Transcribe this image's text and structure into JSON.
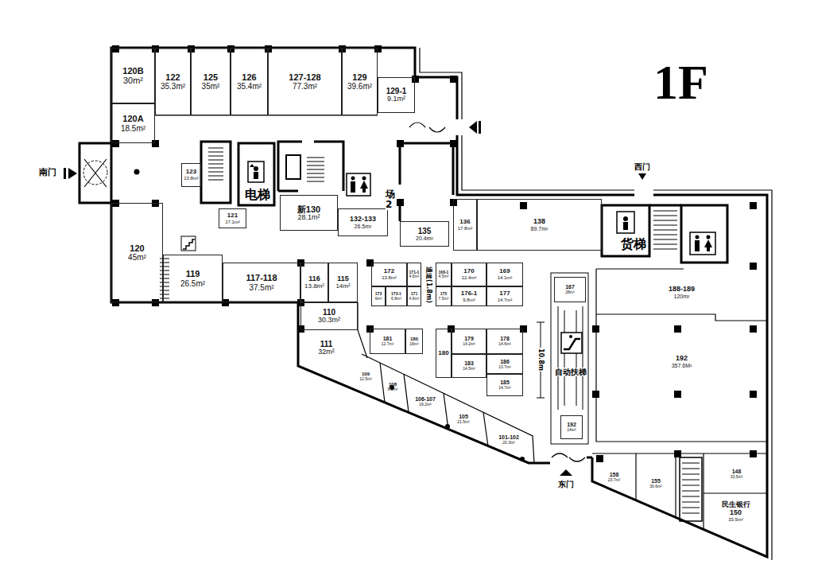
{
  "diagram": {
    "title": "1F",
    "nodes": [
      {
        "text": [
          "120B",
          "30m²"
        ]
      },
      {
        "text": [
          "122",
          "35.3m²"
        ]
      },
      {
        "text": [
          "125",
          "35m²"
        ]
      },
      {
        "text": [
          "126",
          "35.4m²"
        ]
      },
      {
        "text": [
          "127-128",
          "77.3m²"
        ]
      },
      {
        "text": [
          "129",
          "39.6m²"
        ]
      },
      {
        "text": [
          "129-1",
          "9.1m²"
        ]
      },
      {
        "text": [
          "120A",
          "18.5m²"
        ]
      },
      {
        "text": [
          "123",
          "13.8m²"
        ]
      },
      {
        "text": [
          "121",
          "17.1m²"
        ]
      },
      {
        "text": [
          "新130",
          "28.1m²"
        ]
      },
      {
        "text": [
          "132-133",
          "26.5m²"
        ]
      },
      {
        "text": [
          "135",
          "20.4m²"
        ]
      },
      {
        "text": [
          "136",
          "17.8m²"
        ]
      },
      {
        "text": [
          "138",
          "89.7m²"
        ]
      },
      {
        "text": [
          "120",
          "45m²"
        ]
      },
      {
        "text": [
          "119",
          "26.5m²"
        ]
      },
      {
        "text": [
          "117-118",
          "37.5m²"
        ]
      },
      {
        "text": [
          "116",
          "13.8m²"
        ]
      },
      {
        "text": [
          "115",
          "14m²"
        ]
      },
      {
        "text": [
          "110",
          "30.3m²"
        ]
      },
      {
        "text": [
          "111",
          "32m²"
        ]
      },
      {
        "text": [
          "172",
          "13.8m²"
        ]
      },
      {
        "text": [
          "171-1",
          "4.6m²"
        ]
      },
      {
        "text": [
          "173",
          "6m²"
        ]
      },
      {
        "text": [
          "173-1",
          "6.8m²"
        ]
      },
      {
        "text": [
          "171",
          "4.6m²"
        ]
      },
      {
        "text": [
          "168-1",
          "4.5m²"
        ]
      },
      {
        "text": [
          "170",
          "12.4m²"
        ]
      },
      {
        "text": [
          "169",
          "14.1m²"
        ]
      },
      {
        "text": [
          "175",
          "7.5m²"
        ]
      },
      {
        "text": [
          "176-1",
          "9.8m²"
        ]
      },
      {
        "text": [
          "177",
          "14.7m²"
        ]
      },
      {
        "text": [
          "181",
          "12.7m²"
        ]
      },
      {
        "text": [
          "180",
          "16m²"
        ]
      },
      {
        "text": [
          "180"
        ]
      },
      {
        "text": [
          "179",
          "14.2m²"
        ]
      },
      {
        "text": [
          "178",
          "14.6m²"
        ]
      },
      {
        "text": [
          "183",
          "14.5m²"
        ]
      },
      {
        "text": [
          "186",
          "13.7m²"
        ]
      },
      {
        "text": [
          "185",
          "14.7m²"
        ]
      },
      {
        "text": [
          "109",
          "12.5m²"
        ]
      },
      {
        "text": [
          "108",
          "9.8m²"
        ]
      },
      {
        "text": [
          "106-107",
          "19.2m²"
        ]
      },
      {
        "text": [
          "105",
          "21.5m²"
        ]
      },
      {
        "text": [
          "101-102",
          "20.3m²"
        ]
      },
      {
        "text": [
          "167",
          "28m²"
        ]
      },
      {
        "text": [
          "192",
          "14m²"
        ]
      },
      {
        "text": [
          "188-189",
          "120m²"
        ]
      },
      {
        "text": [
          "192",
          "357.6M²"
        ]
      },
      {
        "text": [
          "158",
          "23.7m²"
        ]
      },
      {
        "text": [
          "155",
          "30.6m²"
        ]
      },
      {
        "text": [
          "148",
          "33.5m²"
        ]
      },
      {
        "text": [
          "民生银行",
          "150",
          "33.5m²"
        ]
      }
    ],
    "labels": [
      "南门",
      "西门",
      "东门",
      "电梯",
      "货梯",
      "自动扶梯",
      "场2",
      "通道(1.8m)",
      "10.8m"
    ]
  }
}
